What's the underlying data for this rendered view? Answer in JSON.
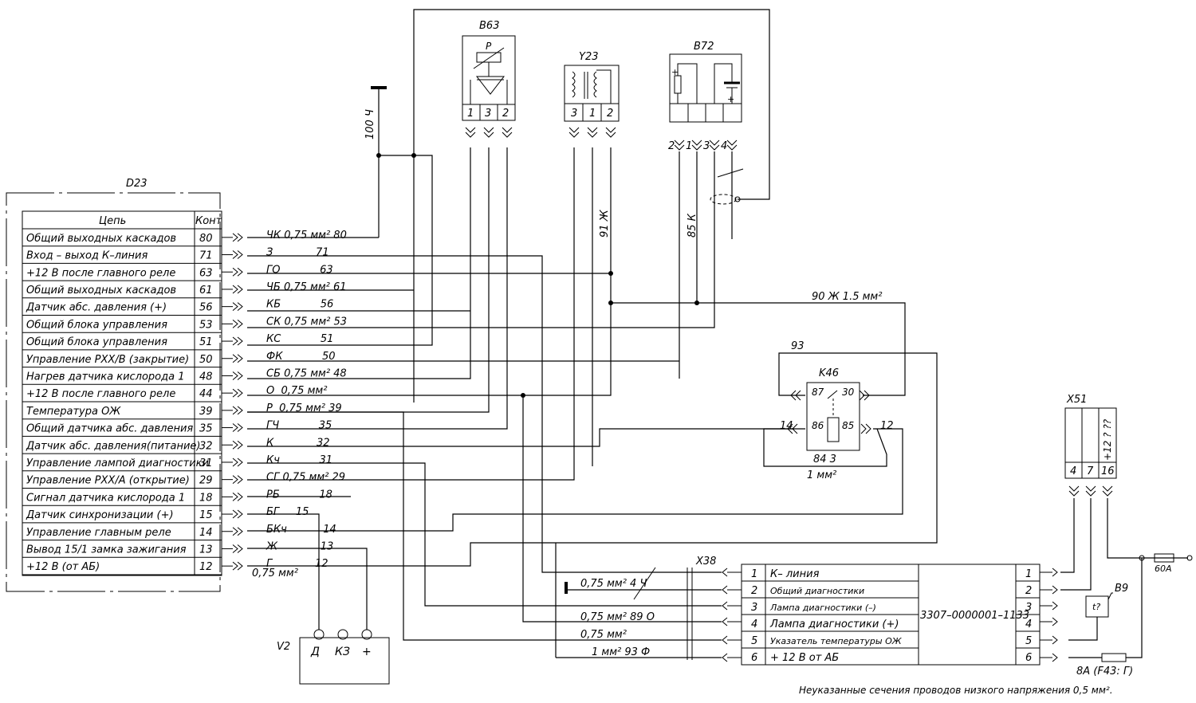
{
  "controller": {
    "label": "D23",
    "header_circuit": "Цепь",
    "header_contact": "Конт",
    "rows": [
      {
        "circuit": "Общий выходных каскадов",
        "pin": "80",
        "wire": "ЧК 0,75 мм² 80"
      },
      {
        "circuit": "Вход – выход К–линия",
        "pin": "71",
        "wire": "З             71"
      },
      {
        "circuit": "+12 В после главного реле",
        "pin": "63",
        "wire": "ГО            63"
      },
      {
        "circuit": "Общий выходных каскадов",
        "pin": "61",
        "wire": "ЧБ 0,75 мм² 61"
      },
      {
        "circuit": "Датчик абс. давления (+)",
        "pin": "56",
        "wire": "КБ            56"
      },
      {
        "circuit": "Общий блока управления",
        "pin": "53",
        "wire": "СК 0,75 мм² 53"
      },
      {
        "circuit": "Общий блока управления",
        "pin": "51",
        "wire": "КС            51"
      },
      {
        "circuit": "Управление РХХ/В (закрытие)",
        "pin": "50",
        "wire": "ФК            50"
      },
      {
        "circuit": "Нагрев датчика кислорода 1",
        "pin": "48",
        "wire": "СБ 0,75 мм² 48"
      },
      {
        "circuit": "+12 В после главного реле",
        "pin": "44",
        "wire": "О  0,75 мм²"
      },
      {
        "circuit": "Температура ОЖ",
        "pin": "39",
        "wire": "Р  0,75 мм² 39"
      },
      {
        "circuit": "Общий датчика абс. давления",
        "pin": "35",
        "wire": "ГЧ            35"
      },
      {
        "circuit": "Датчик абс. давления(питание)",
        "pin": "32",
        "wire": "К             32"
      },
      {
        "circuit": "Управление лампой диагностики",
        "pin": "31",
        "wire": "Кч            31"
      },
      {
        "circuit": "Управление РХХ/А (открытие)",
        "pin": "29",
        "wire": "СГ 0,75 мм² 29"
      },
      {
        "circuit": "Сигнал датчика кислорода 1",
        "pin": "18",
        "wire": "РБ            18"
      },
      {
        "circuit": "Датчик синхронизации (+)",
        "pin": "15",
        "wire": "БГ     15"
      },
      {
        "circuit": "Управление главным реле",
        "pin": "14",
        "wire": "БКч           14"
      },
      {
        "circuit": "Вывод 15/1 замка зажигания",
        "pin": "13",
        "wire": "Ж             13"
      },
      {
        "circuit": "+12 В (от АБ)",
        "pin": "12",
        "wire": "Г             12"
      }
    ],
    "bottom_note": "0,75 мм²"
  },
  "components": {
    "b63": {
      "label": "B63",
      "symbol": "P",
      "pins": [
        "1",
        "3",
        "2"
      ]
    },
    "y23": {
      "label": "Y23",
      "pins": [
        "3",
        "1",
        "2"
      ]
    },
    "b72": {
      "label": "B72",
      "pins": [
        "2",
        "1",
        "3",
        "4"
      ]
    },
    "k46": {
      "label": "K46",
      "pin87": "87",
      "pin30": "30",
      "pin86": "86",
      "pin85": "85",
      "w93": "93",
      "w14": "14",
      "w12": "12",
      "w84": "84  3",
      "w_section": "1 мм²"
    },
    "x51": {
      "label": "X51",
      "pins": [
        "4",
        "7",
        "16"
      ],
      "tag": "+12 ? ??"
    },
    "b9": {
      "label": "B9",
      "sym": "t?"
    },
    "v2": {
      "label": "V2",
      "pins": [
        "Д",
        "КЗ",
        "+"
      ]
    },
    "x38": {
      "label": "X38",
      "rows": [
        {
          "wire": "0,75 мм²   4   Ч"
        },
        {
          "wire": ""
        },
        {
          "wire": ""
        },
        {
          "wire": "0,75 мм²   89   О"
        },
        {
          "wire": "0,75 мм²"
        },
        {
          "wire": "1 мм²   93   Ф"
        }
      ]
    }
  },
  "wire_labels": {
    "ground100": "100  Ч",
    "w91": "91  Ж",
    "w85": "85  К",
    "w90": "90  Ж   1.5 мм²"
  },
  "diag_connector": {
    "code": "3307–0000001–1133",
    "rows": [
      {
        "n": "1",
        "name": "К– линия",
        "pin": "1"
      },
      {
        "n": "2",
        "name": "Общий диагностики",
        "pin": "2"
      },
      {
        "n": "3",
        "name": "Лампа диагностики (–)",
        "pin": "3"
      },
      {
        "n": "4",
        "name": "Лампа диагностики (+)",
        "pin": "4"
      },
      {
        "n": "5",
        "name": "Указатель температуры ОЖ",
        "pin": "5"
      },
      {
        "n": "6",
        "name": "+ 12  В от АБ",
        "pin": "6"
      }
    ]
  },
  "fuses": {
    "f60": "60А",
    "f8": "8А  (F43: Г)"
  },
  "footnote": "Неуказанные сечения проводов низкого напряжения 0,5   мм²."
}
